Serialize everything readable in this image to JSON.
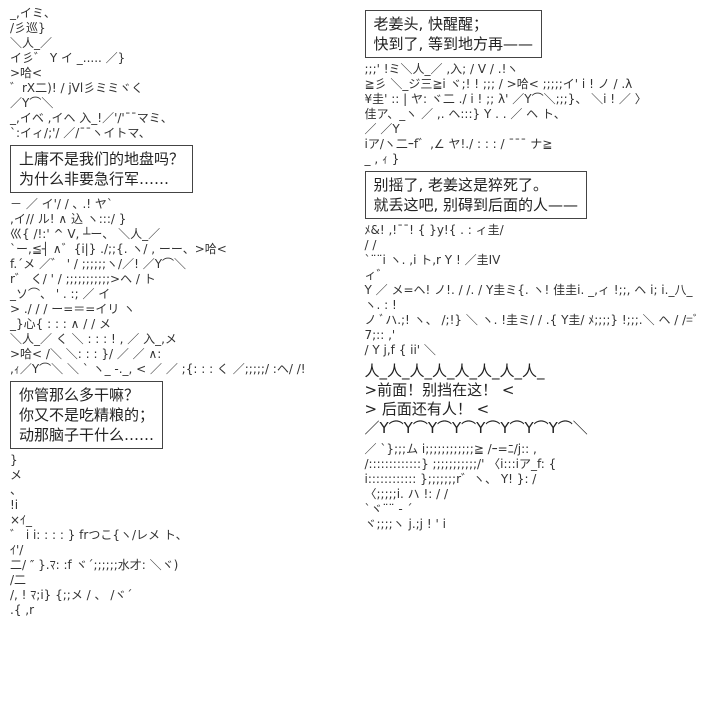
{
  "bubbles": [
    {
      "lines": [
        "上庸不是我们的地盘吗？",
        "为什么非要急行军……"
      ]
    },
    {
      "lines": [
        "你管那么多干嘛？",
        "你又不是吃精粮的；",
        "动那脑子干什么……"
      ]
    },
    {
      "lines": [
        "老姜头, 快醒醒；",
        "快到了, 等到地方再——"
      ]
    },
    {
      "lines": [
        "别摇了, 老姜这是猝死了。",
        "就丢这吧, 别碍到后面的人——"
      ]
    }
  ],
  "shout": {
    "top": "人_人_人_人_人_人_人_人_",
    "line1": ">前面！别挡在这！   <",
    "line2": ">     后面还有人！      <",
    "bottom": "／Y⌒Y⌒Y⌒Y⌒Y⌒Y⌒Y⌒Y⌒＼"
  },
  "art": [
    "_,イミ、",
    "/彡巡}",
    "＼人_／",
    "イ彡゛    Y      イ  _.....   ／}",
    ">哈<",
    "゛rX二)!    / jVl彡ミミヾく",
    "／Y⌒＼",
    "_,イベ  ,イヘ  入_!／'/'¯¯マミ、",
    "`:イィ/;'/  ／/¯¯ヽイトマ、",
    "－ ／ イ'/  /      ､  .!    ヤ`",
    ",イ// ル! ∧ 込  ヽ:::/   }",
    "巛{  /!:'  ^    V, ┴ー、 ＼人_／",
    "`ー,≦┤ ∧゛{i|}  ./;;{. ヽ/  , ーー、>哈<",
    "f.´メ   ／゛     '     /    ;;;;;;ヽ/／!      ／Y⌒＼",
    "r゛ く/             '  /     ;;;;;;;;;;;>ヘ /      ト",
    "_ソ⌒、                 ' .  :;  ／ イ",
    ">   ./          /      /  ー=＝=イリ ヽ",
    "_}心{       : : : ∧   /       /      メ",
    "＼人_／ く   ＼ : : : !  ,   ／         入_,メ",
    ">哈<  /＼   ＼: : :   }/         ／  ／ ∧:",
    ",ｨ／Y⌒＼    ＼   ` ヽ_ -._,  <   ／ ／     ;{: : : く        ／;;;;;/  :ヘ/ /!",
    "}",
    "メ",
    "、",
    "!i",
    "×ｲ_",
    "゛     i i: : : : }      frつこ{ヽ/レメ  ト、",
    "ｲ'/",
    "二/ ″     }.ﾏ: :f           ヾ´;;;;;;水才:  ＼ヾ)",
    "/二",
    "/,       ! ﾏ;i}          {;;メ  /   、      /ヾ´",
    ".{  ,r",
    ";;;'          !ミ＼人_／  ,入;  /      V     /  .!ヽ",
    "≧彡  ＼_ジ三≧i         ヾ;!  !     ;;;     /   >哈<  ;;;;;イ'  i      !  ノ    / .λ",
    "¥圭' ::  |    ヤ: ヾ二 ./          i    !      ;;      λ'  ／Y⌒＼;;;}、 ＼i       !       ／  〉",
    "佳ア、_ヽ  ／  ,. ヘ:::} Y      . .    ／ ヘ  ト、",
    "／    ／Y",
    "iア/ヽ二ｰf゛,∠ ヤ!./     : : : /    ¯¯¯ ナ≧",
    "_  , ｨ      }",
    "ﾒ&!     ,!¯¯!  { }y!{   . :   ィ圭/",
    "/    /",
    "`¨¨i    ヽ. ,i  ト,r    Y   !         ／圭IV",
    "ィ゛",
    "Y ／ メ=ヘ!    ノ!. /      /. / Y圭ミ{.      ヽ!      佳圭i.      _,ィ  !;;,  ヘ      i;  i._八_ ヽ. :  !",
    "ノ ﾞハ.;!   ヽ、  /;!} ＼        ヽ. !圭ミ/        /    .{ Y圭/       ﾒ;;;;}  !;;;.＼ ヘ      /  /=ﾞ7;:: ,'",
    "/   Y j,f    {   ii'            ＼",
    "／     `};;;ム  i;;;;;;;;;;;;≧       /ｰ=ﾆ/j:: ,",
    "/:::::::::::::} ;;;;;;;;;;;/'   〈i:::iア_f:  {",
    "i:::::::::::: };;;;;;;r゛ヽ、     Y!     }:  /",
    "〈;;;;;i.    ハ   !:   /    /",
    "`ヾ¨¨ ‐ ´",
    "ヾ;;;;ヽ j.;j   !    '    i"
  ]
}
